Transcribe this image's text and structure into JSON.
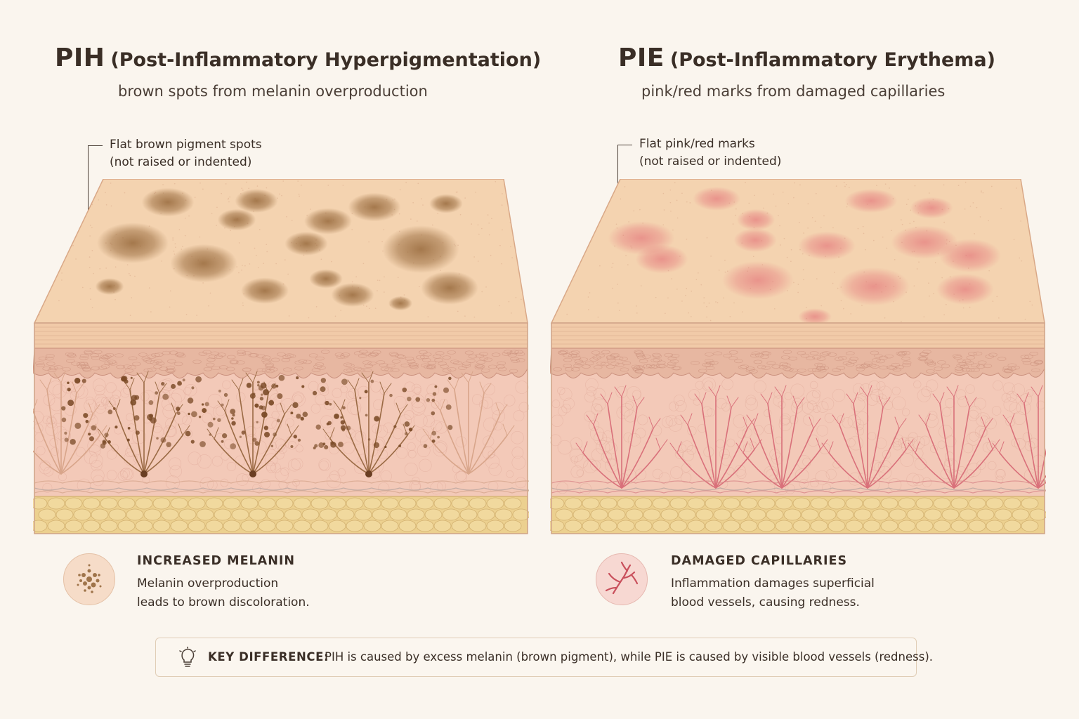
{
  "pih": {
    "abbr": "PIH",
    "full": "(Post-Inflammatory Hyperpigmentation)",
    "subtitle": "brown spots from melanin overproduction",
    "callout_line1": "Flat brown pigment spots",
    "callout_line2": "(not raised or indented)",
    "info_title": "INCREASED MELANIN",
    "info_line1": "Melanin overproduction",
    "info_line2": "leads to brown discoloration.",
    "icon": "melanin-dots-icon"
  },
  "pie": {
    "abbr": "PIE",
    "full": "(Post-Inflammatory Erythema)",
    "subtitle": "pink/red marks from damaged capillaries",
    "callout_line1": "Flat pink/red marks",
    "callout_line2": "(not raised or indented)",
    "info_title": "DAMAGED CAPILLARIES",
    "info_line1": "Inflammation damages superficial",
    "info_line2": "blood vessels, causing redness.",
    "icon": "capillary-branch-icon"
  },
  "key": {
    "label": "KEY DIFFERENCE:",
    "text": "PIH is caused by excess melanin (brown pigment), while PIE is caused by visible blood vessels (redness).",
    "icon": "lightbulb-icon"
  },
  "colors": {
    "background": "#faf5ee",
    "skin_surface": "#f4d3b0",
    "epidermis": "#e7b7a1",
    "dermis": "#f3c9b8",
    "fat": "#ecd08f",
    "melanin": "#8a5a2b",
    "capillary": "#d9707a"
  }
}
